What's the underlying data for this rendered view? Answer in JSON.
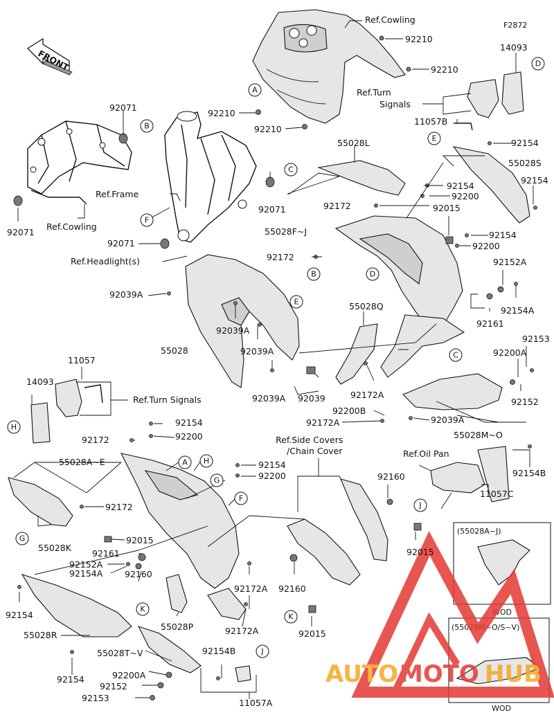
{
  "figure_code": "F2872",
  "front_label": "FRONT",
  "watermark": {
    "a": "AUTO",
    "b": "MOTO",
    "c": "HUB",
    "color_red": "#e53935",
    "color_orange": "#f6a623"
  },
  "callouts": [
    {
      "key": "c1",
      "text": "Ref.Cowling"
    },
    {
      "key": "c2",
      "text": "92210"
    },
    {
      "key": "c3",
      "text": "92210"
    },
    {
      "key": "c4",
      "text": "92210"
    },
    {
      "key": "c5",
      "text": "92210"
    },
    {
      "key": "c6",
      "text": "14093"
    },
    {
      "key": "c7",
      "text": "Ref.Turn"
    },
    {
      "key": "c8",
      "text": "Signals"
    },
    {
      "key": "c9",
      "text": "11057B"
    },
    {
      "key": "c10",
      "text": "92071"
    },
    {
      "key": "c11",
      "text": "Ref.Frame"
    },
    {
      "key": "c12",
      "text": "92071"
    },
    {
      "key": "c13",
      "text": "92071"
    },
    {
      "key": "c14",
      "text": "Ref.Cowling"
    },
    {
      "key": "c15",
      "text": "92071"
    },
    {
      "key": "c16",
      "text": "Ref.Headlight(s)"
    },
    {
      "key": "c17",
      "text": "55028L"
    },
    {
      "key": "c18",
      "text": "92154"
    },
    {
      "key": "c19",
      "text": "55028S"
    },
    {
      "key": "c20",
      "text": "92154"
    },
    {
      "key": "c21",
      "text": "92154"
    },
    {
      "key": "c22",
      "text": "92200"
    },
    {
      "key": "c23",
      "text": "92172"
    },
    {
      "key": "c24",
      "text": "92015"
    },
    {
      "key": "c25",
      "text": "55028F~J"
    },
    {
      "key": "c26",
      "text": "92154"
    },
    {
      "key": "c27",
      "text": "92200"
    },
    {
      "key": "c28",
      "text": "92172"
    },
    {
      "key": "c29",
      "text": "92152A"
    },
    {
      "key": "c30",
      "text": "92039A"
    },
    {
      "key": "c31",
      "text": "92154A"
    },
    {
      "key": "c32",
      "text": "92161"
    },
    {
      "key": "c33",
      "text": "55028Q"
    },
    {
      "key": "c34",
      "text": "92039A"
    },
    {
      "key": "c35",
      "text": "55028"
    },
    {
      "key": "c36",
      "text": "92039A"
    },
    {
      "key": "c37",
      "text": "92153"
    },
    {
      "key": "c38",
      "text": "92200A"
    },
    {
      "key": "c39",
      "text": "11057"
    },
    {
      "key": "c40",
      "text": "14093"
    },
    {
      "key": "c41",
      "text": "Ref.Turn Signals"
    },
    {
      "key": "c42",
      "text": "92039A"
    },
    {
      "key": "c43",
      "text": "92039"
    },
    {
      "key": "c44",
      "text": "92172A"
    },
    {
      "key": "c45",
      "text": "92152"
    },
    {
      "key": "c46",
      "text": "92200B"
    },
    {
      "key": "c47",
      "text": "92172A"
    },
    {
      "key": "c48",
      "text": "92039A"
    },
    {
      "key": "c49",
      "text": "55028M~O"
    },
    {
      "key": "c50",
      "text": "92154"
    },
    {
      "key": "c51",
      "text": "92172"
    },
    {
      "key": "c52",
      "text": "92200"
    },
    {
      "key": "c53",
      "text": "Ref.Side Covers"
    },
    {
      "key": "c54",
      "text": "/Chain Cover"
    },
    {
      "key": "c55",
      "text": "Ref.Oil Pan"
    },
    {
      "key": "c56",
      "text": "55028A~E"
    },
    {
      "key": "c57",
      "text": "92154"
    },
    {
      "key": "c58",
      "text": "92200"
    },
    {
      "key": "c59",
      "text": "92154B"
    },
    {
      "key": "c60",
      "text": "92160"
    },
    {
      "key": "c61",
      "text": "11057C"
    },
    {
      "key": "c62",
      "text": "92172"
    },
    {
      "key": "c63",
      "text": "55028K"
    },
    {
      "key": "c64",
      "text": "92015"
    },
    {
      "key": "c65",
      "text": "92161"
    },
    {
      "key": "c66",
      "text": "92152A"
    },
    {
      "key": "c67",
      "text": "92154A"
    },
    {
      "key": "c68",
      "text": "92015"
    },
    {
      "key": "c69",
      "text": "92160"
    },
    {
      "key": "c70",
      "text": "92172A"
    },
    {
      "key": "c71",
      "text": "92160"
    },
    {
      "key": "c72",
      "text": "92154"
    },
    {
      "key": "c73",
      "text": "55028P"
    },
    {
      "key": "c74",
      "text": "55028R"
    },
    {
      "key": "c75",
      "text": "92172A"
    },
    {
      "key": "c76",
      "text": "92015"
    },
    {
      "key": "c77",
      "text": "55028T~V"
    },
    {
      "key": "c78",
      "text": "92154B"
    },
    {
      "key": "c79",
      "text": "92154"
    },
    {
      "key": "c80",
      "text": "92200A"
    },
    {
      "key": "c81",
      "text": "92152"
    },
    {
      "key": "c82",
      "text": "92153"
    },
    {
      "key": "c83",
      "text": "11057A"
    }
  ],
  "refs": [
    {
      "key": "A1",
      "letter": "A"
    },
    {
      "key": "D1",
      "letter": "D"
    },
    {
      "key": "E1",
      "letter": "E"
    },
    {
      "key": "B1",
      "letter": "B"
    },
    {
      "key": "C1",
      "letter": "C"
    },
    {
      "key": "F1",
      "letter": "F"
    },
    {
      "key": "B2",
      "letter": "B"
    },
    {
      "key": "D2",
      "letter": "D"
    },
    {
      "key": "E2",
      "letter": "E"
    },
    {
      "key": "C2",
      "letter": "C"
    },
    {
      "key": "H1",
      "letter": "H"
    },
    {
      "key": "A2",
      "letter": "A"
    },
    {
      "key": "H2",
      "letter": "H"
    },
    {
      "key": "G1",
      "letter": "G"
    },
    {
      "key": "F2",
      "letter": "F"
    },
    {
      "key": "J1",
      "letter": "J"
    },
    {
      "key": "G2",
      "letter": "G"
    },
    {
      "key": "K1",
      "letter": "K"
    },
    {
      "key": "K2",
      "letter": "K"
    },
    {
      "key": "J2",
      "letter": "J"
    }
  ],
  "insets": [
    {
      "key": "i1",
      "title": "(55028A~J)",
      "note": "WOD"
    },
    {
      "key": "i2",
      "title": "(55028M~O/S~V)",
      "note": "WOD"
    }
  ]
}
